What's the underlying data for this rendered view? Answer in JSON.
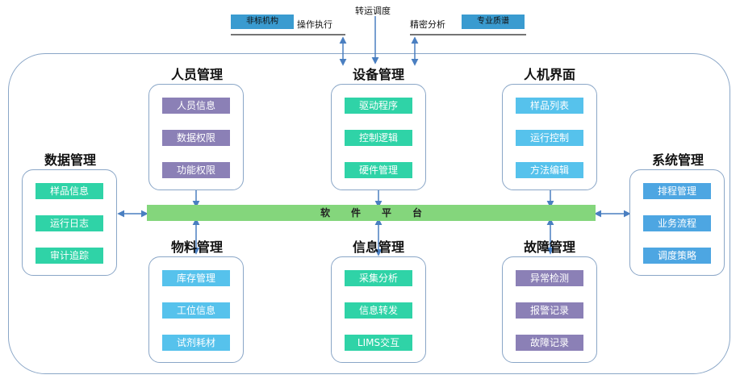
{
  "top": {
    "center_label": "转运调度",
    "left_label": "操作执行",
    "left_chip": "非标机构",
    "right_label": "精密分析",
    "right_chip": "专业质谱"
  },
  "platform": "软件平台",
  "modules": {
    "personnel": {
      "title": "人员管理",
      "items": [
        "人员信息",
        "数据权限",
        "功能权限"
      ]
    },
    "equipment": {
      "title": "设备管理",
      "items": [
        "驱动程序",
        "控制逻辑",
        "硬件管理"
      ]
    },
    "hmi": {
      "title": "人机界面",
      "items": [
        "样品列表",
        "运行控制",
        "方法编辑"
      ]
    },
    "data": {
      "title": "数据管理",
      "items": [
        "样品信息",
        "运行日志",
        "审计追踪"
      ]
    },
    "system": {
      "title": "系统管理",
      "items": [
        "排程管理",
        "业务流程",
        "调度策略"
      ]
    },
    "material": {
      "title": "物料管理",
      "items": [
        "库存管理",
        "工位信息",
        "试剂耗材"
      ]
    },
    "info": {
      "title": "信息管理",
      "items": [
        "采集分析",
        "信息转发",
        "LIMS交互"
      ]
    },
    "fault": {
      "title": "故障管理",
      "items": [
        "异常检测",
        "报警记录",
        "故障记录"
      ]
    }
  },
  "colors": {
    "border": "#8aa6c7",
    "arrow": "#4a7fc1",
    "platform": "#84d67c",
    "purple": "#8b80b6",
    "cyan": "#56c2ec",
    "green": "#2fd3a7",
    "blue": "#4da6e2",
    "chip": "#3a9bd0"
  }
}
